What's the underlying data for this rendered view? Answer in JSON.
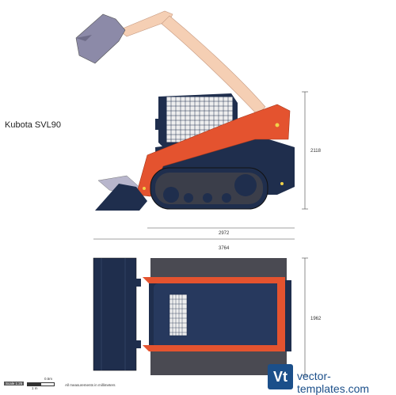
{
  "title": "Kubota SVL90",
  "dimensions": {
    "height": "2118",
    "length_no_bucket": "2972",
    "length_total": "3764",
    "width": "1962"
  },
  "scale": {
    "label": "Scale 1:25",
    "small": "0.5m",
    "large": "1 m"
  },
  "note": "All measurements in millimeters",
  "brand": {
    "logo": "Vt",
    "text": "vector-templates.com"
  },
  "colors": {
    "orange": "#e4532f",
    "navy": "#1f2e4d",
    "grey_bucket": "#8c8aa8",
    "skin_arm": "#f5cfb4"
  }
}
